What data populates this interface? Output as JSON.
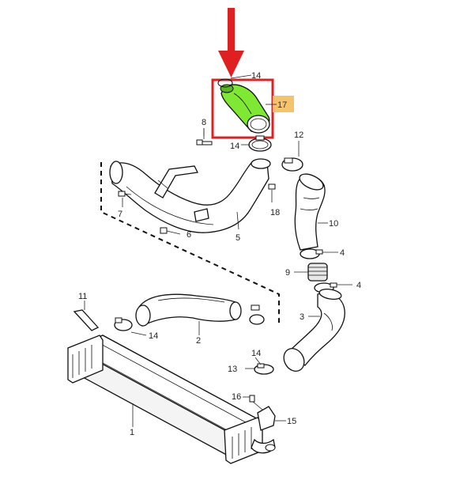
{
  "colors": {
    "arrow": "#e02020",
    "highlight_box": "#e02020",
    "highlighted_part": "#7ee832",
    "callout_17_bg": "#f5c36b",
    "line_art": "#111111"
  },
  "highlighted_part_label": "17",
  "part_labels": {
    "p1": "1",
    "p2": "2",
    "p3": "3",
    "p4a": "4",
    "p4b": "4",
    "p5": "5",
    "p6": "6",
    "p7": "7",
    "p8": "8",
    "p9": "9",
    "p10": "10",
    "p11": "11",
    "p12": "12",
    "p13": "13",
    "p14a": "14",
    "p14b": "14",
    "p14c": "14",
    "p14d": "14",
    "p15": "15",
    "p16": "16",
    "p17": "17",
    "p18": "18"
  }
}
